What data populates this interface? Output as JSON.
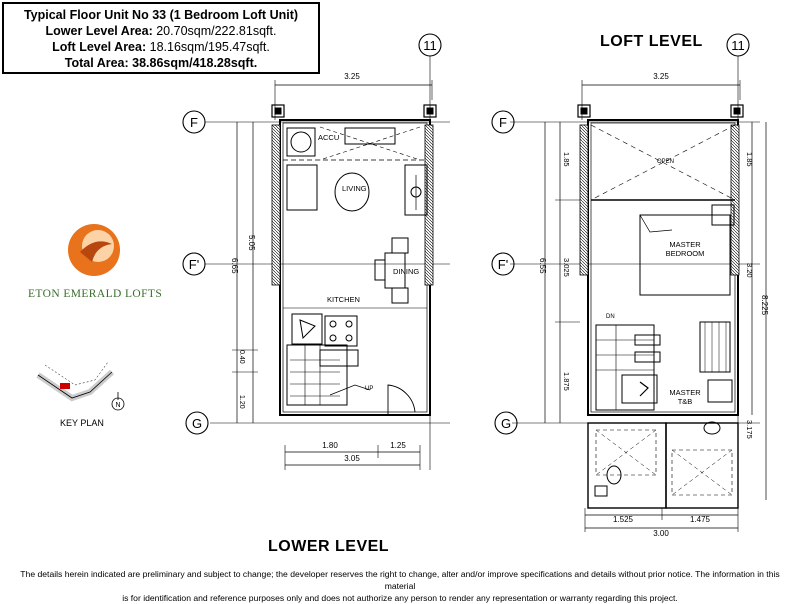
{
  "header": {
    "title": "Typical Floor Unit No 33 (1 Bedroom Loft Unit)",
    "lower_label": "Lower Level Area:",
    "lower_value": "20.70sqm/222.81sqft.",
    "loft_label": "Loft Level Area:",
    "loft_value": "18.16sqm/195.47sqft.",
    "total": "Total Area: 38.86sqm/418.28sqft."
  },
  "brand": {
    "name": "ETON EMERALD LOFTS",
    "colors": {
      "orange": "#e8731c",
      "green": "#3a6e2c"
    }
  },
  "key_plan": {
    "label": "KEY PLAN",
    "north": "N"
  },
  "levels": {
    "lower": "LOWER LEVEL",
    "loft": "LOFT LEVEL"
  },
  "grid": {
    "col": "11",
    "row_f": "F",
    "row_f2": "F'",
    "row_g": "G"
  },
  "rooms": {
    "accu": "ACCU",
    "living": "LIVING",
    "dining": "DINING",
    "kitchen": "KITCHEN",
    "up": "UP",
    "open": "OPEN",
    "master_bedroom_1": "MASTER",
    "master_bedroom_2": "BEDROOM",
    "dn": "DN",
    "master_tb_1": "MASTER",
    "master_tb_2": "T&B"
  },
  "dims": {
    "lower_top": "3.25",
    "lower_bottom_a": "1.80",
    "lower_bottom_b": "1.25",
    "lower_bottom_total": "3.05",
    "lower_v_a": "5.05",
    "lower_v_total": "6.65",
    "lower_v_b": "0.40",
    "lower_v_c": "1.20",
    "loft_top": "3.25",
    "loft_bottom_a": "1.525",
    "loft_bottom_b": "1.475",
    "loft_bottom_total": "3.00",
    "loft_v_a": "1.85",
    "loft_v_total": "6.55",
    "loft_v_b": "3.025",
    "loft_v_c": "1.875",
    "loft_v_r1": "1.85",
    "loft_v_r2": "3.20",
    "loft_v_r3": "8.225",
    "loft_v_r4": "3.175"
  },
  "disclaimer": {
    "line1": "The details herein indicated are preliminary and subject to change; the developer reserves the right to change, alter and/or improve specifications and details without prior notice. The information in this material",
    "line2": "is for identification and reference purposes only and does not authorize any person to render any representation or warranty regarding this project."
  }
}
